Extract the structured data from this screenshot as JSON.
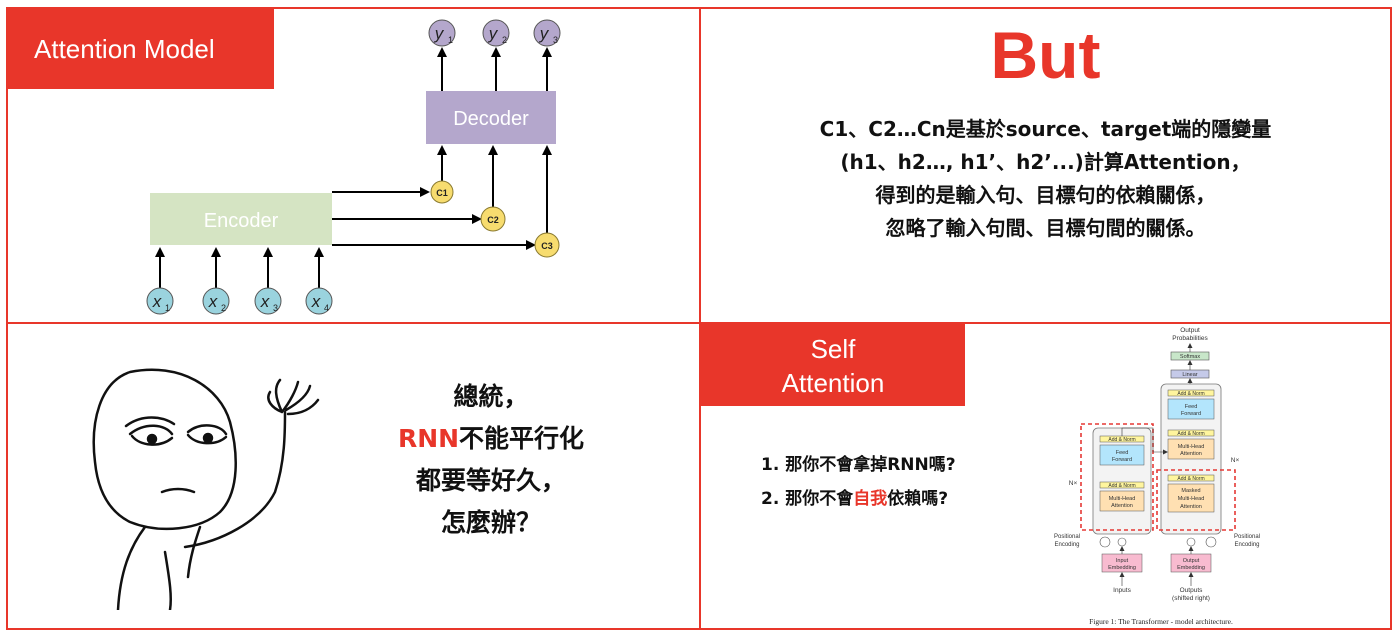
{
  "panel1": {
    "label": "Attention Model",
    "decoder_label": "Decoder",
    "encoder_label": "Encoder",
    "y_nodes": [
      {
        "base": "y",
        "sub": "1"
      },
      {
        "base": "y",
        "sub": "2"
      },
      {
        "base": "y",
        "sub": "3"
      }
    ],
    "x_nodes": [
      {
        "base": "x",
        "sub": "1"
      },
      {
        "base": "x",
        "sub": "2"
      },
      {
        "base": "x",
        "sub": "3"
      },
      {
        "base": "x",
        "sub": "4"
      }
    ],
    "context_nodes": [
      "C1",
      "C2",
      "C3"
    ],
    "colors": {
      "decoder": "#b4a7cc",
      "encoder": "#d5e4c3",
      "context": "#f7dc6f",
      "x_node": "#9ad3de",
      "y_node": "#b4a7cc"
    }
  },
  "panel2": {
    "title": "But",
    "lines": [
      "C1、C2…Cn是基於source、target端的隱變量",
      "(h1、h2…, h1’、h2’...)計算Attention，",
      "得到的是輸入句、目標句的依賴關係，",
      "忽略了輸入句間、目標句間的關係。"
    ]
  },
  "panel3": {
    "line1": "總統，",
    "line2_red": "RNN",
    "line2_rest": "不能平行化",
    "line3": "都要等好久，",
    "line4": "怎麼辦？"
  },
  "panel4": {
    "label_line1": "Self",
    "label_line2": "Attention",
    "q1": "1. 那你不會拿掉RNN嗎?",
    "q2_pre": "2. 那你不會",
    "q2_red": "自我",
    "q2_post": "依賴嗎?",
    "figure": {
      "output_probabilities_1": "Output",
      "output_probabilities_2": "Probabilities",
      "softmax": "Softmax",
      "linear": "Linear",
      "add_norm": "Add & Norm",
      "feed_1": "Feed",
      "feed_2": "Forward",
      "multi_head_1": "Multi-Head",
      "multi_head_2": "Attention",
      "masked_1": "Masked",
      "nx": "N×",
      "positional_1": "Positional",
      "positional_2": "Encoding",
      "input_emb_1": "Input",
      "input_emb_2": "Embedding",
      "output_emb_1": "Output",
      "output_emb_2": "Embedding",
      "inputs": "Inputs",
      "outputs_1": "Outputs",
      "outputs_2": "(shifted right)",
      "caption": "Figure 1: The Transformer - model architecture."
    }
  }
}
